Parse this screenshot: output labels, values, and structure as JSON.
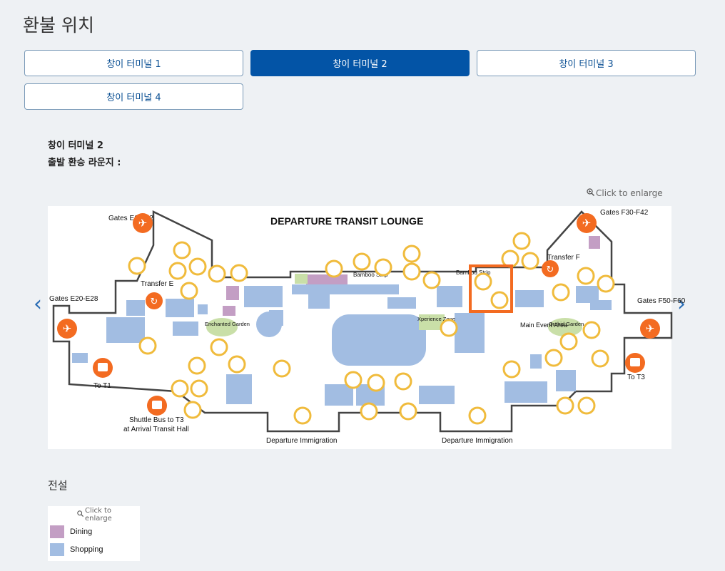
{
  "page": {
    "title": "환불 위치"
  },
  "tabs": [
    {
      "label": "창이 터미널 1",
      "active": false
    },
    {
      "label": "창이 터미널 2",
      "active": true
    },
    {
      "label": "창이 터미널 3",
      "active": false
    },
    {
      "label": "창이 터미널 4",
      "active": false
    }
  ],
  "info": {
    "terminal": "창이 터미널 2",
    "lounge": "출발 환승 라운지 :"
  },
  "map": {
    "enlarge_label": "Click to enlarge",
    "title": "DEPARTURE TRANSIT LOUNGE",
    "labels": {
      "gates_e1_e12": "Gates E1-E12",
      "gates_e20_e28": "Gates E20-E28",
      "gates_f30_f42": "Gates F30-F42",
      "gates_f50_f60": "Gates F50-F60",
      "transfer_e": "Transfer E",
      "transfer_f": "Transfer F",
      "bamboo_strip": "Bamboo Strip",
      "bamboo_strip_2": "Bamboo Strip",
      "enchanted_garden": "Enchanted Garden",
      "xperience_zone": "Xperience Zone",
      "main_event_area": "Main Event Area",
      "orchid_garden": "Orchid Garden",
      "to_t1": "To T1",
      "to_t3": "To T3",
      "shuttle_bus": "Shuttle Bus to T3",
      "shuttle_bus_2": "at Arrival Transit Hall",
      "departure_immigration_1": "Departure Immigration",
      "departure_immigration_2": "Departure Immigration"
    },
    "colors": {
      "dining": "#c39ec4",
      "shopping": "#a2bde2",
      "orange": "#f36b21",
      "highlight": "#f36b21",
      "garden": "#c9dfa8"
    }
  },
  "nav": {
    "prev_icon": "chevron-left-icon",
    "next_icon": "chevron-right-icon"
  },
  "legend": {
    "title": "전설",
    "enlarge_label": "Click to enlarge",
    "items": [
      {
        "label": "Dining",
        "color": "#c39ec4"
      },
      {
        "label": "Shopping",
        "color": "#a2bde2"
      }
    ]
  }
}
